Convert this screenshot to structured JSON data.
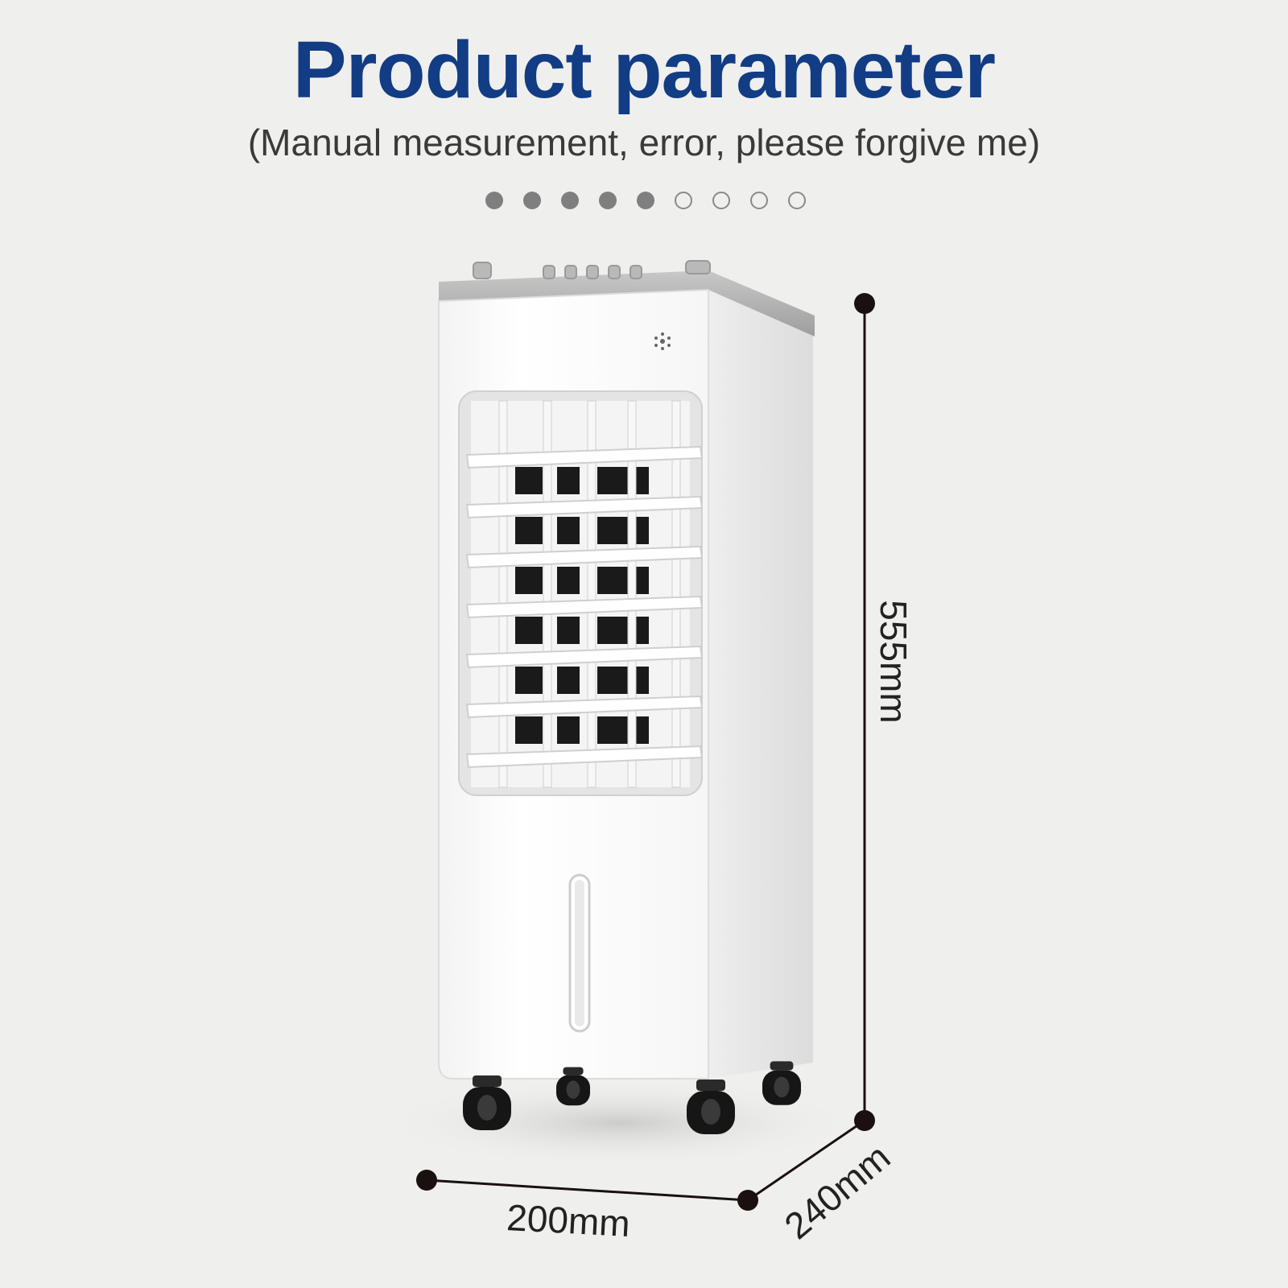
{
  "header": {
    "title": "Product parameter",
    "subtitle": "(Manual measurement, error, please forgive me)"
  },
  "pagination": {
    "total": 9,
    "active": 5
  },
  "dimensions": {
    "height": "555mm",
    "width": "200mm",
    "depth": "240mm"
  },
  "colors": {
    "title": "#123c84",
    "background": "#efefed",
    "dot_filled": "#7f7f7f",
    "dimension_line": "#1a1010"
  }
}
